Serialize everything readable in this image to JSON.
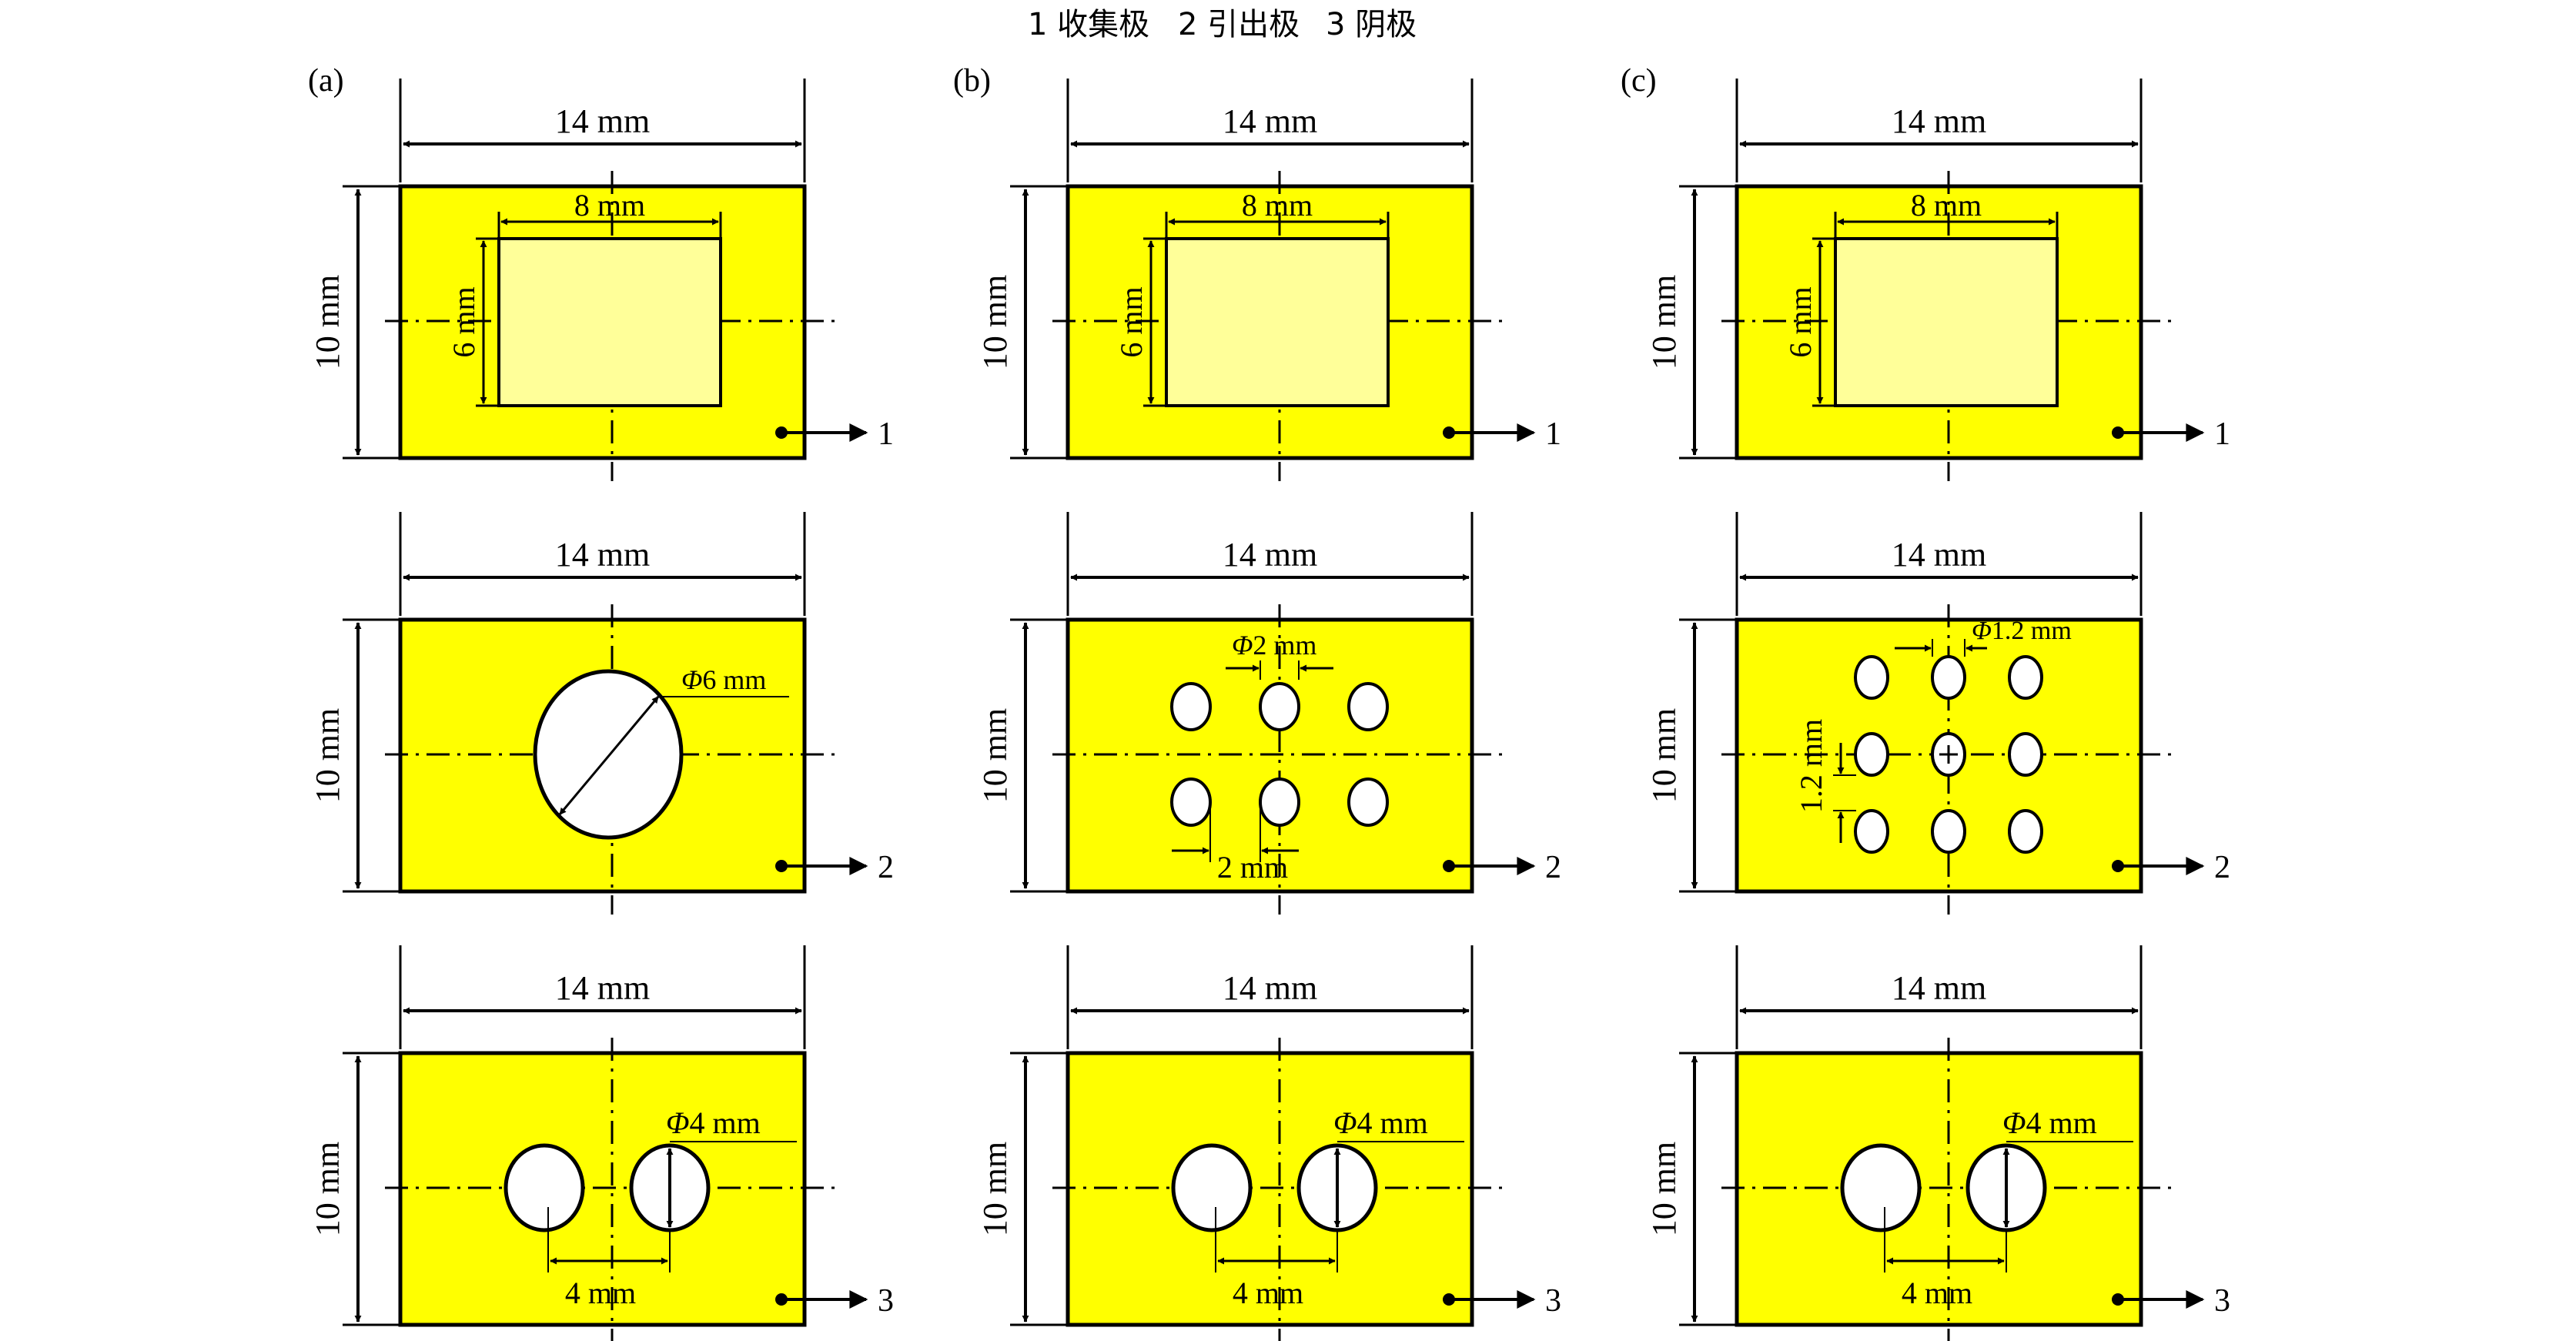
{
  "header": {
    "legend_1": "1 收集极",
    "legend_2": "2 引出极",
    "legend_3": "3 阴极"
  },
  "panels": {
    "a": {
      "label": "(a)"
    },
    "b": {
      "label": "(b)"
    },
    "c": {
      "label": "(c)"
    }
  },
  "dims": {
    "width": "14 mm",
    "height": "10 mm",
    "win_w": "8 mm",
    "win_h": "6 mm",
    "hole4_pitch": "4 mm",
    "hole2_gap": "2 mm",
    "hole12_pitch": "1.2 mm"
  },
  "phi": {
    "symbol": "Φ",
    "d6": "6 mm",
    "d2": "2 mm",
    "d12": "1.2 mm",
    "d4": "4 mm"
  },
  "electrodes": {
    "collector": "1",
    "extractor": "2",
    "cathode": "3"
  },
  "colors": {
    "plate": "#ffff00",
    "window": "#ffff99",
    "hole": "#ffffff",
    "ink": "#000000"
  }
}
